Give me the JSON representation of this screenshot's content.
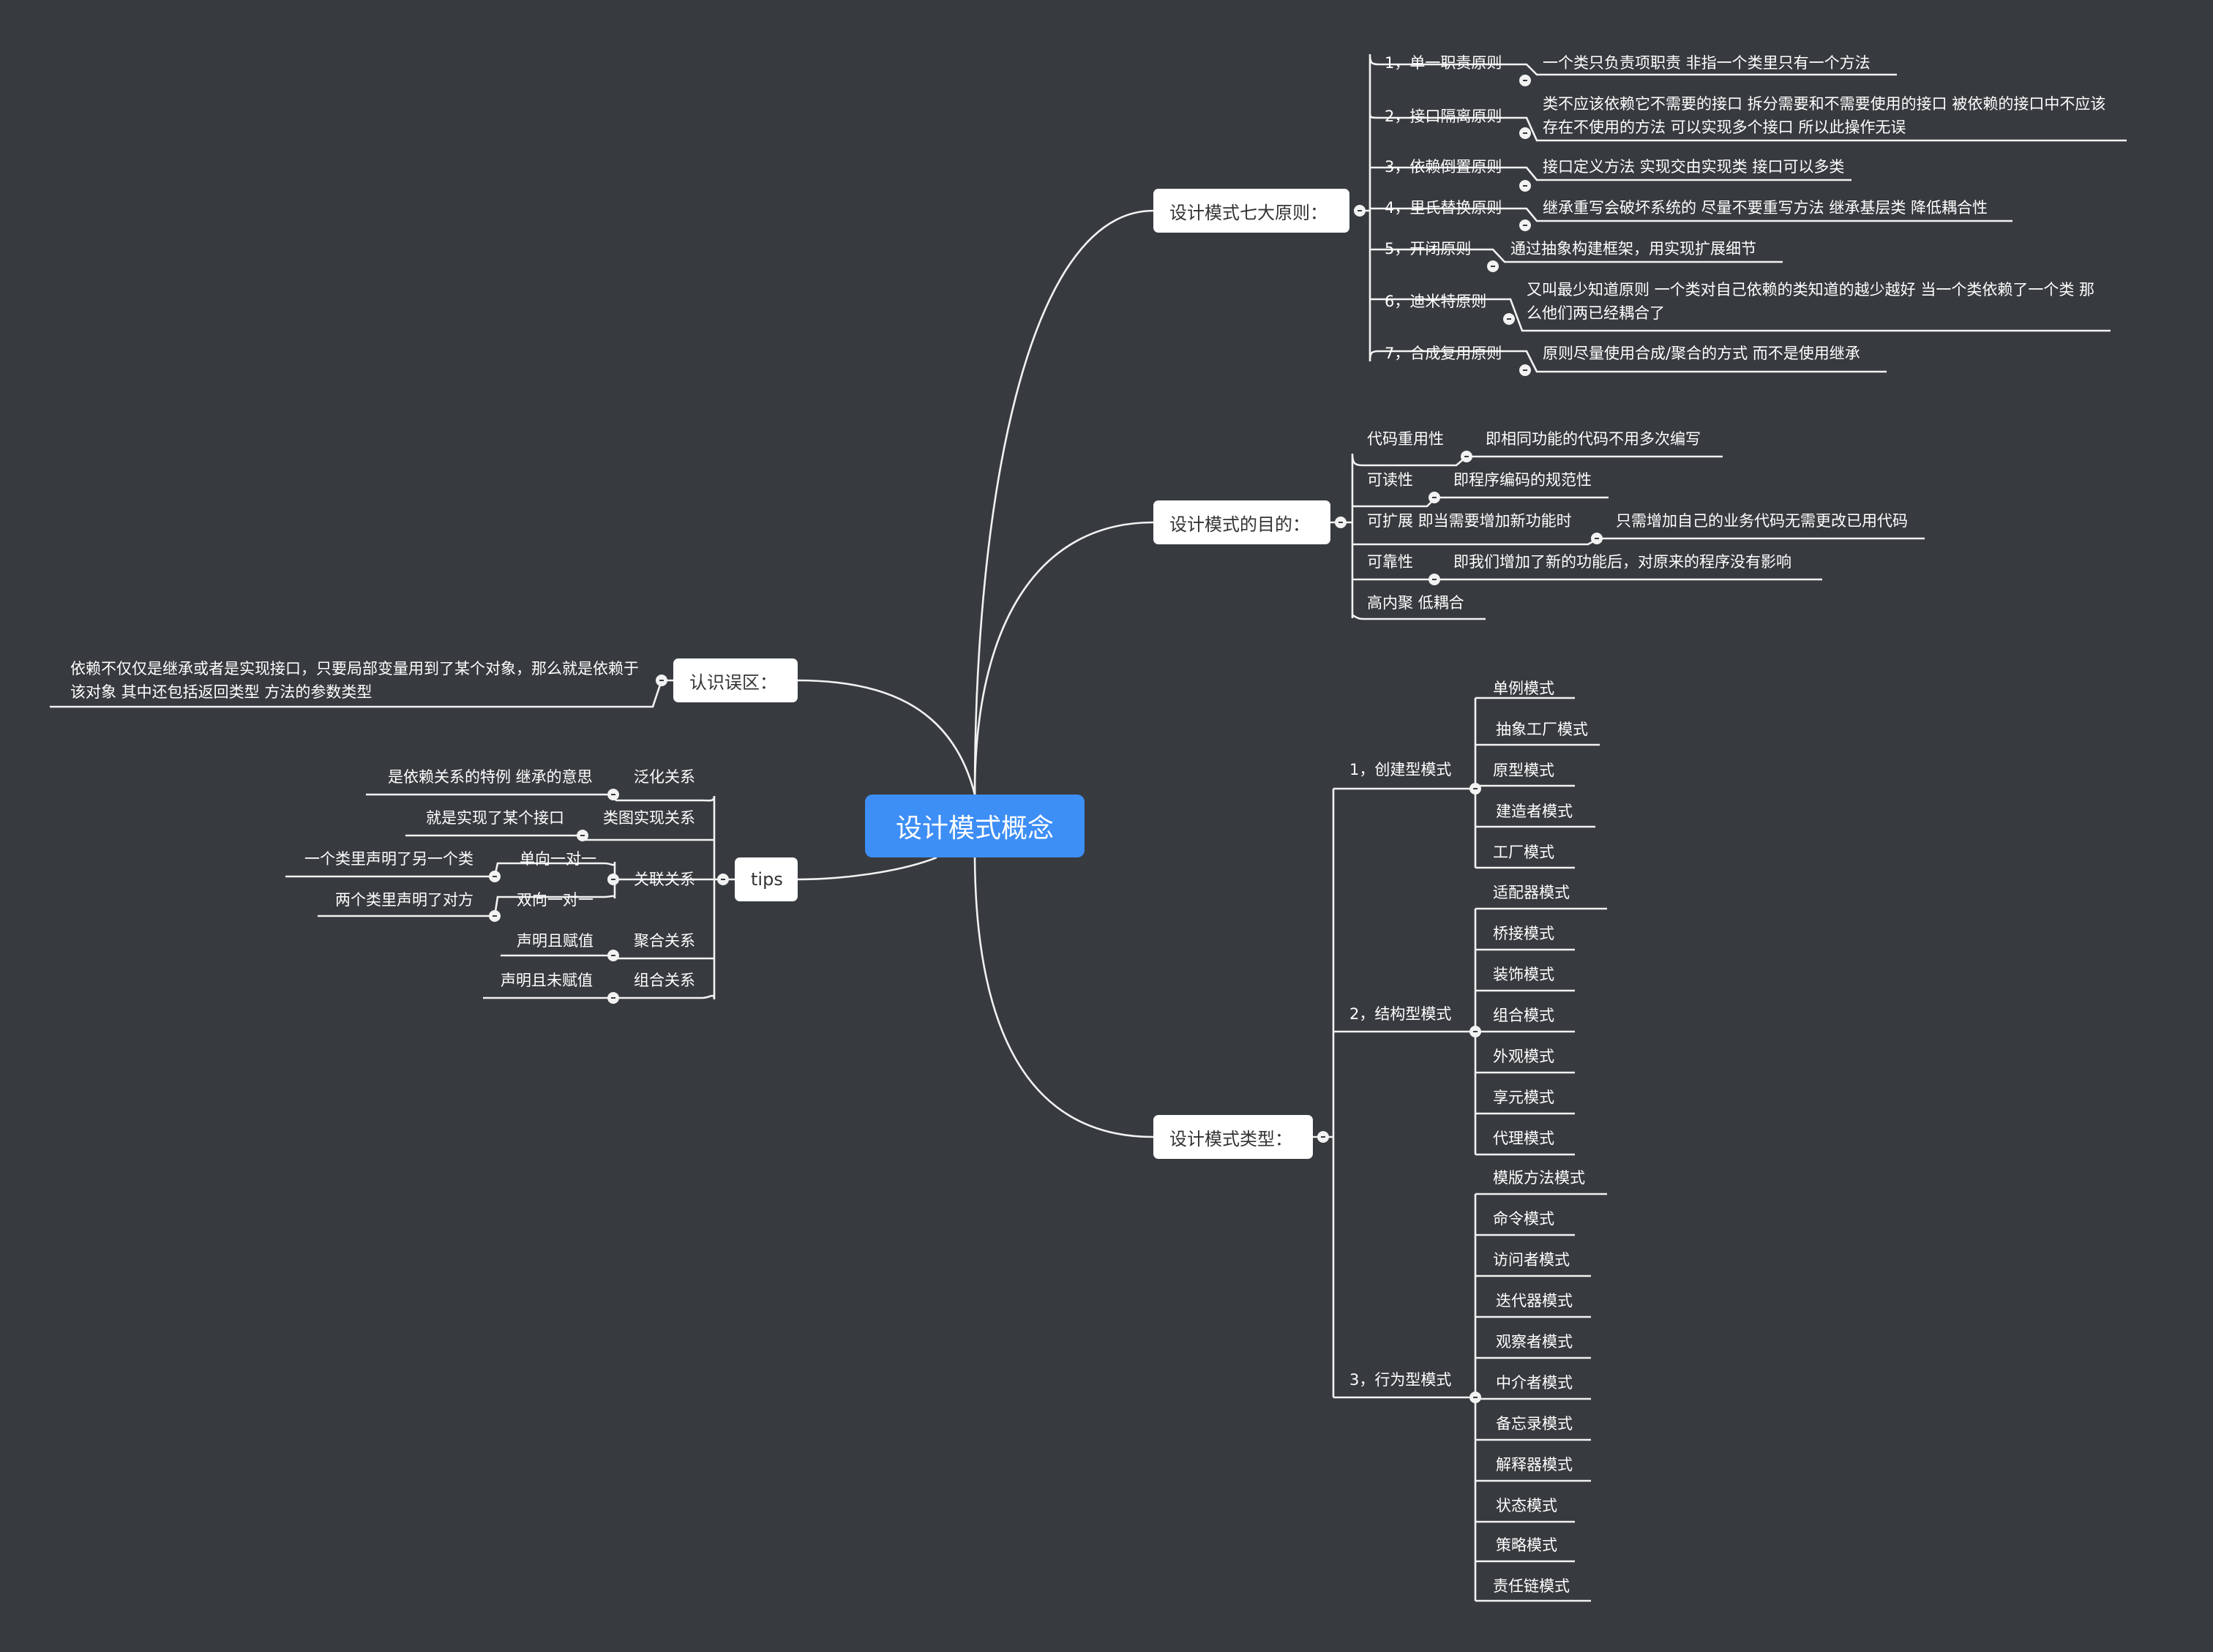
{
  "root": {
    "label": "设计模式概念"
  },
  "principles": {
    "label": "设计模式七大原则：",
    "items": [
      {
        "name": "1，单一职责原则",
        "desc": "一个类只负责项职责 非指一个类里只有一个方法"
      },
      {
        "name": "2，接口隔离原则",
        "desc": "类不应该依赖它不需要的接口 拆分需要和不需要使用的接口 被依赖的接口中不应该存在不使用的方法 可以实现多个接口 所以此操作无误"
      },
      {
        "name": "3，依赖倒置原则",
        "desc": "接口定义方法 实现交由实现类 接口可以多类"
      },
      {
        "name": "4，里氏替换原则",
        "desc": "继承重写会破坏系统的 尽量不要重写方法 继承基层类 降低耦合性"
      },
      {
        "name": "5，开闭原则",
        "desc": "通过抽象构建框架，用实现扩展细节"
      },
      {
        "name": "6，迪米特原则",
        "desc": "又叫最少知道原则 一个类对自己依赖的类知道的越少越好 当一个类依赖了一个类 那么他们两已经耦合了"
      },
      {
        "name": "7，合成复用原则",
        "desc": "原则尽量使用合成/聚合的方式 而不是使用继承"
      }
    ]
  },
  "purpose": {
    "label": "设计模式的目的：",
    "items": [
      {
        "name": "代码重用性",
        "desc": "即相同功能的代码不用多次编写"
      },
      {
        "name": "可读性",
        "desc": "即程序编码的规范性"
      },
      {
        "name": "可扩展 即当需要增加新功能时",
        "desc": "只需增加自己的业务代码无需更改已用代码"
      },
      {
        "name": "可靠性",
        "desc": "即我们增加了新的功能后，对原来的程序没有影响"
      },
      {
        "name": "高内聚 低耦合",
        "desc": ""
      }
    ]
  },
  "misconception": {
    "label": "认识误区：",
    "desc": "依赖不仅仅是继承或者是实现接口，只要局部变量用到了某个对象，那么就是依赖于该对象 其中还包括返回类型 方法的参数类型"
  },
  "tips": {
    "label": "tips",
    "items": [
      {
        "name": "泛化关系",
        "desc": "是依赖关系的特例 继承的意思"
      },
      {
        "name": "类图实现关系",
        "desc": "就是实现了某个接口"
      },
      {
        "name": "关联关系",
        "sub": [
          {
            "name": "单向一对一",
            "desc": "一个类里声明了另一个类"
          },
          {
            "name": "双向一对一",
            "desc": "两个类里声明了对方"
          }
        ]
      },
      {
        "name": "聚合关系",
        "desc": "声明且赋值"
      },
      {
        "name": "组合关系",
        "desc": "声明且未赋值"
      }
    ]
  },
  "types": {
    "label": "设计模式类型：",
    "groups": [
      {
        "name": "1，创建型模式",
        "items": [
          "单例模式",
          "抽象工厂模式",
          "原型模式",
          "建造者模式",
          "工厂模式"
        ]
      },
      {
        "name": "2，结构型模式",
        "items": [
          "适配器模式",
          "桥接模式",
          "装饰模式",
          "组合模式",
          "外观模式",
          "享元模式",
          "代理模式"
        ]
      },
      {
        "name": "3，行为型模式",
        "items": [
          "模版方法模式",
          "命令模式",
          "访问者模式",
          "迭代器模式",
          "观察者模式",
          "中介者模式",
          "备忘录模式",
          "解释器模式",
          "状态模式",
          "策略模式",
          "责任链模式"
        ]
      }
    ]
  }
}
